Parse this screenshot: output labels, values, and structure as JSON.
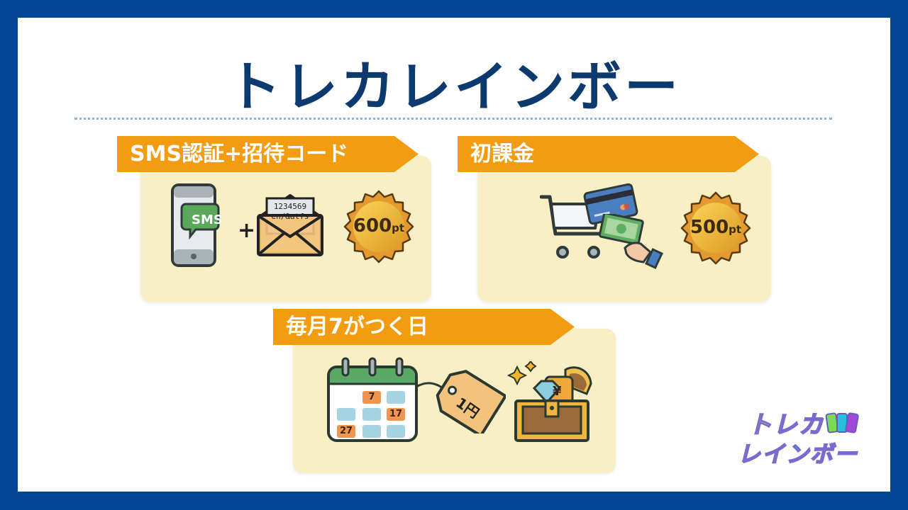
{
  "page": {
    "title": "トレカレインボー",
    "frame_color": "#034592",
    "title_color": "#0d3a6e",
    "accent_color": "#f39c12",
    "card_color": "#f8efc4"
  },
  "cards": [
    {
      "label": "SMS認証+招待コード",
      "icons": [
        "smartphone-sms-icon",
        "plus-sign",
        "envelope-code-icon"
      ],
      "sms_text": "SMS",
      "plus": "+",
      "envelope_lines": [
        "1234569",
        "en/&atfs"
      ],
      "badge": {
        "value": "600",
        "unit": "pt"
      }
    },
    {
      "label": "初課金",
      "icons": [
        "shopping-cart-icon",
        "credit-card-icon",
        "cash-hand-icon"
      ],
      "badge": {
        "value": "500",
        "unit": "pt"
      }
    },
    {
      "label": "毎月7がつく日",
      "icons": [
        "calendar-icon",
        "price-tag-icon",
        "treasure-chest-icon"
      ],
      "calendar_days": [
        "7",
        "17",
        "27"
      ],
      "tag_text": "1円",
      "chest_symbol": "¥"
    }
  ],
  "logo": {
    "line1": "トレカ",
    "line2": "レインボー"
  }
}
